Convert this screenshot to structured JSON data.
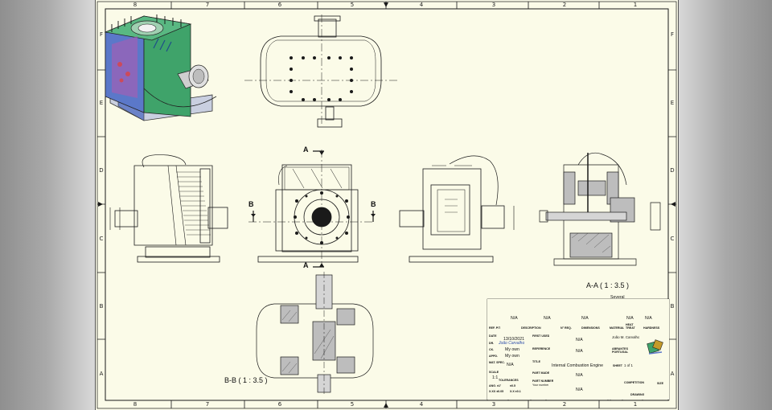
{
  "zones": {
    "columns": [
      "8",
      "7",
      "6",
      "5",
      "4",
      "3",
      "2",
      "1"
    ],
    "rows": [
      "F",
      "E",
      "D",
      "C",
      "B",
      "A"
    ]
  },
  "views": {
    "section_aa_caption": "A-A ( 1 : 3.5 )",
    "section_bb_caption": "B-B ( 1 : 3.5 )",
    "cut_letter_a": "A",
    "cut_letter_b": "B"
  },
  "title_block": {
    "bom_row": {
      "col1": "N/A",
      "col2": "N/A",
      "col3": "N/A",
      "material_value": "Several",
      "treat_value": "N/A",
      "hardness_value": "N/A"
    },
    "bom_headers": {
      "ref": "REF. P/T",
      "description": "DESCRIPTION",
      "no_req": "N° REQ.",
      "dimensions": "DIMENSIONS",
      "material": "MATERIAL",
      "heat_treat": "HEAT TREAT",
      "hardness": "HARDNESS"
    },
    "date_label": "DATE",
    "date_value": "13/10/2021",
    "first_used_label": "FIRST USED",
    "first_used_value": "N/A",
    "drawn_label": "DR.",
    "drawn_value": "João Carvalho",
    "author_name": "João M. Carvalho",
    "checked_label": "CK.",
    "checked_value": "My own",
    "reference_label": "REFERENCE",
    "reference_value": "N/A",
    "approved_label": "APPD.",
    "approved_value": "My own",
    "location": "ABRANTES PORTUGAL",
    "mat_spec_label": "MAT. SPEC.",
    "mat_spec_value": "N/A",
    "title_label": "TITLE",
    "title_value": "Internal Combustion Engine",
    "scale_label": "SCALE",
    "scale_value": "1:1",
    "part_made_label": "PART MADE",
    "part_made_value": "N/A",
    "sheet_label": "SHEET",
    "sheet_value": "1 of 1",
    "tolerances_label": "TOLERANCES",
    "tol_a": "ANG. ±1°",
    "tol_b": "±0.5",
    "tol_c": "X.XX ±0.05",
    "tol_d": "X.X ±0.1",
    "part_number_label": "PART NUMBER",
    "part_number_value": "N/A",
    "part_number_note": "Your number",
    "competition_label": "COMPETITION",
    "size_label": "SIZE",
    "drawing_label": "DRAWING"
  },
  "colors": {
    "sheet": "#fbfbe8",
    "lines": "#1a1a1a",
    "render_green": "#3fa36a",
    "render_blue": "#5b78c9",
    "render_magenta": "#a05fb5"
  },
  "icons": {
    "arrow": "triangle-arrow",
    "logo": "combustion-engine-logo"
  }
}
